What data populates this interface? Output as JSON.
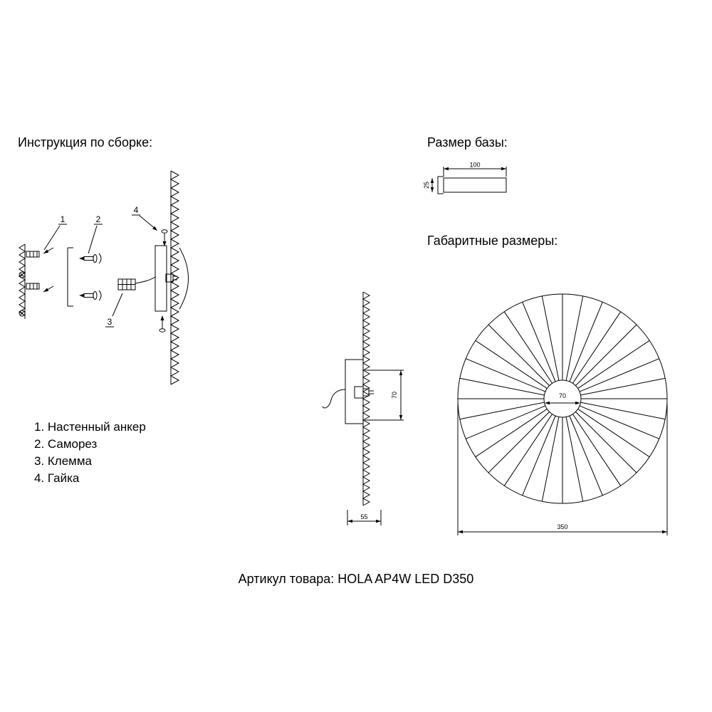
{
  "assembly": {
    "heading": "Инструкция по сборке:",
    "callout_1": "1",
    "callout_2": "2",
    "callout_3": "3",
    "callout_4": "4",
    "parts": [
      {
        "label": "1. Настенный анкер"
      },
      {
        "label": "2. Саморез"
      },
      {
        "label": "3. Клемма"
      },
      {
        "label": "4. Гайка"
      }
    ]
  },
  "base_size": {
    "heading": "Размер базы:",
    "width": "100",
    "depth": "25"
  },
  "overall_dimensions": {
    "heading": "Габаритные размеры:",
    "side_height": "70",
    "side_depth": "55",
    "hub_diameter": "70",
    "outer_diameter": "350"
  },
  "footer": {
    "article": "Артикул товара: HOLA AP4W LED D350"
  },
  "colors": {
    "line": "#000000",
    "background": "#ffffff"
  }
}
